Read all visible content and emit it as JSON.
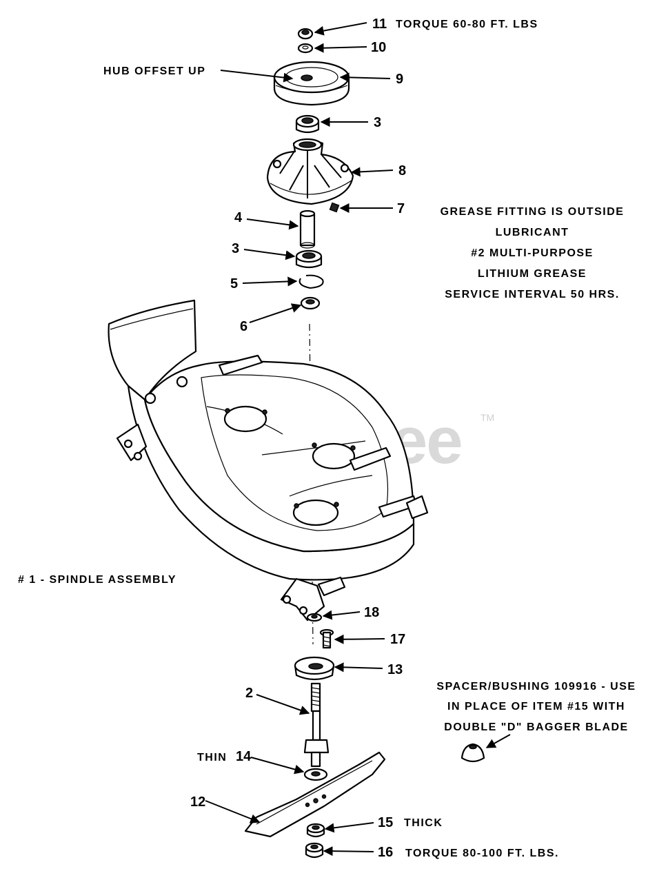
{
  "watermark": {
    "text": "PartsTree",
    "trademark": "TM"
  },
  "notes": {
    "hub_offset": "HUB OFFSET UP",
    "torque_top": "TORQUE 60-80 FT. LBS",
    "grease": [
      "GREASE FITTING IS OUTSIDE",
      "LUBRICANT",
      "#2 MULTI-PURPOSE",
      "LITHIUM GREASE",
      "SERVICE INTERVAL 50 HRS."
    ],
    "spindle_assembly": "# 1 - SPINDLE ASSEMBLY",
    "spacer": [
      "SPACER/BUSHING 109916 - USE",
      "IN PLACE OF ITEM #15 WITH",
      "DOUBLE \"D\" BAGGER BLADE"
    ],
    "thin": "THIN",
    "thick": "THICK",
    "torque_bottom": "TORQUE 80-100 FT. LBS."
  },
  "callouts": {
    "c11": "11",
    "c10": "10",
    "c9": "9",
    "c3a": "3",
    "c8": "8",
    "c7": "7",
    "c4": "4",
    "c3b": "3",
    "c5": "5",
    "c6": "6",
    "c18": "18",
    "c17": "17",
    "c13": "13",
    "c2": "2",
    "c14": "14",
    "c12": "12",
    "c15": "15",
    "c16": "16"
  },
  "colors": {
    "ink": "#000000",
    "paper": "#ffffff",
    "watermark": "#d9d9d9"
  }
}
